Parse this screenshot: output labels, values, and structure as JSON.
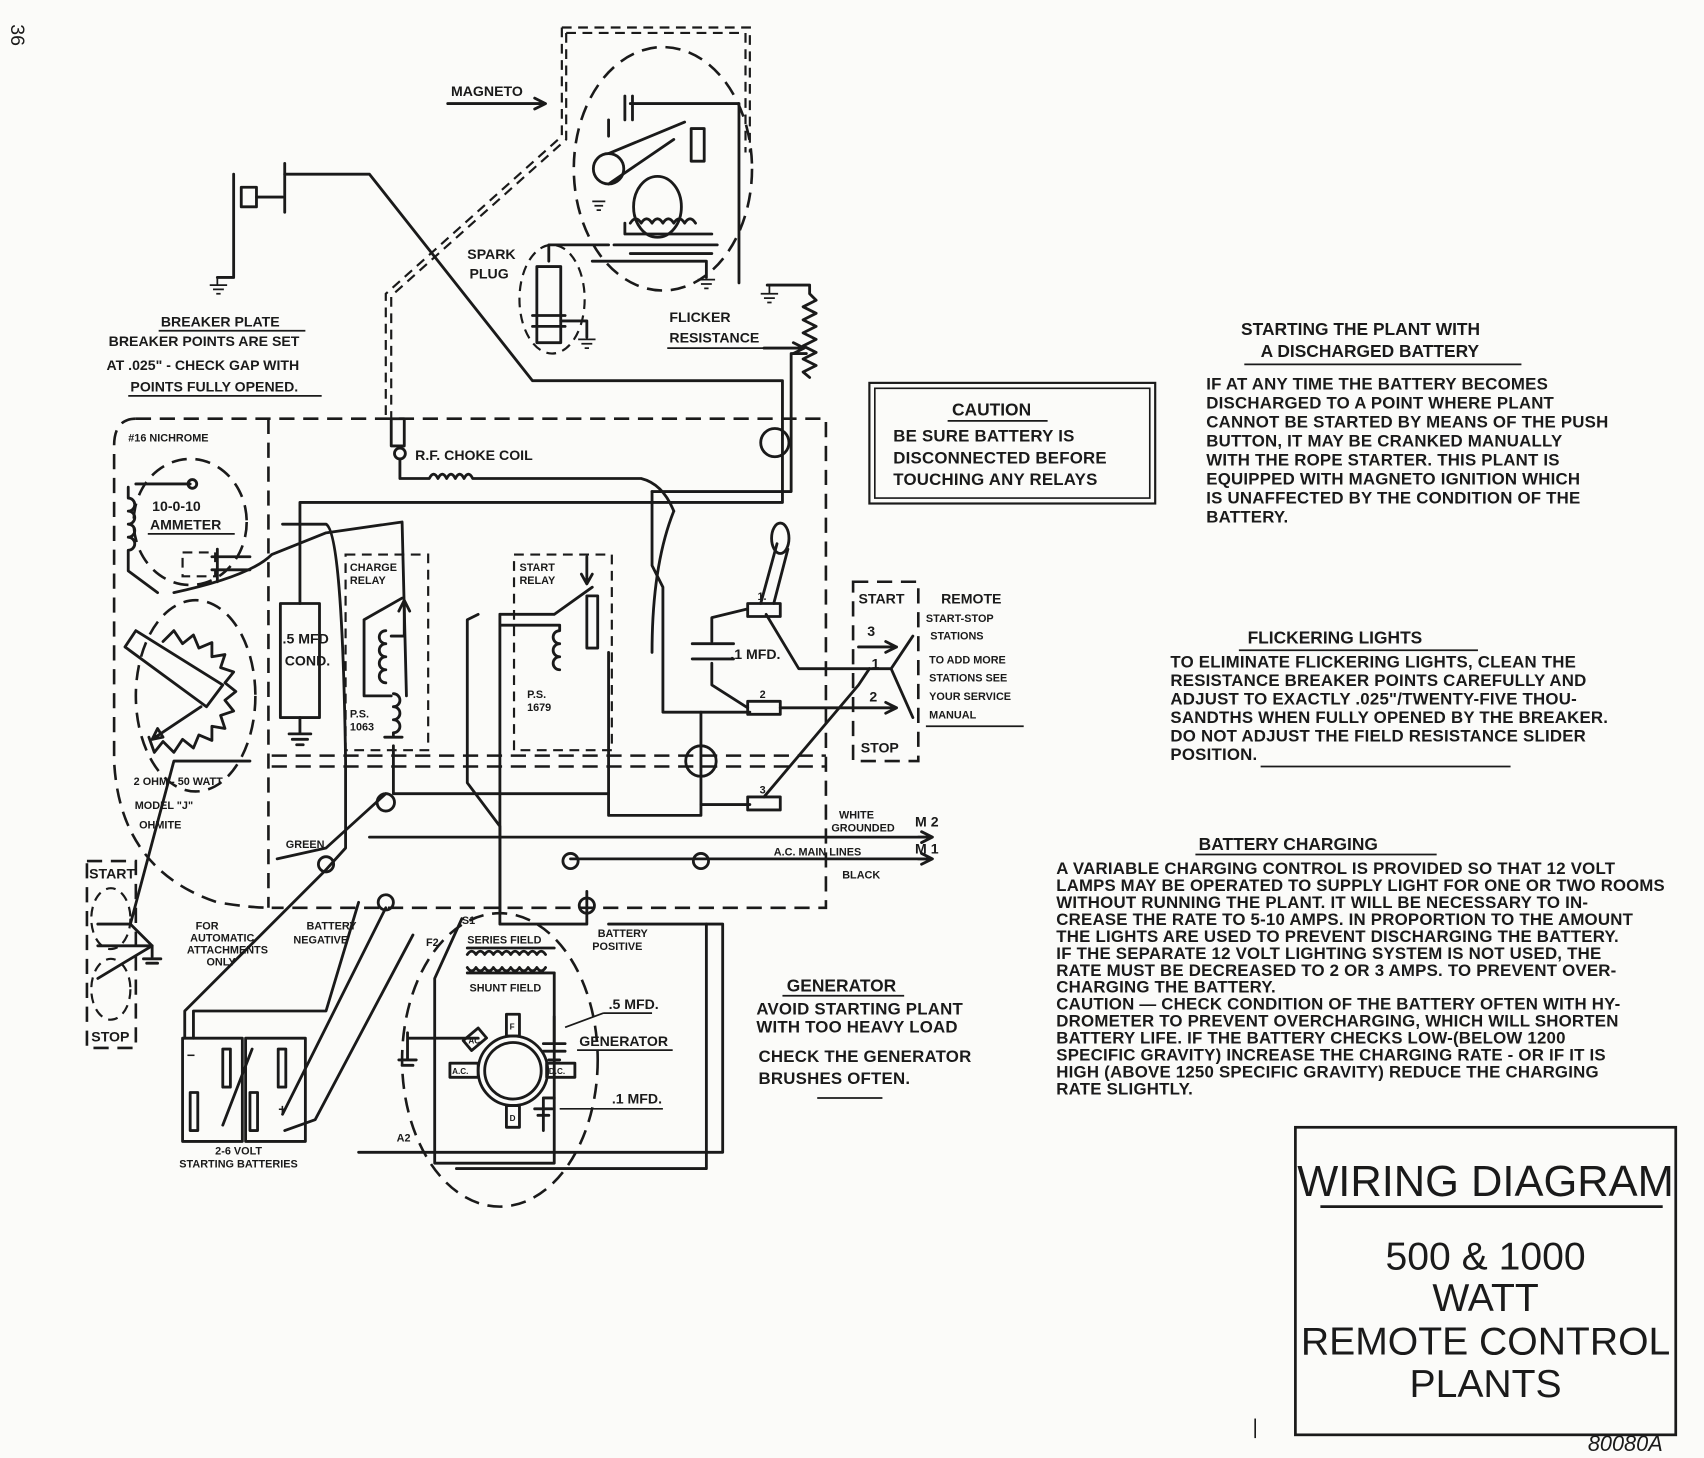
{
  "page_number": "36",
  "drawing_number": "80080A",
  "title_block": {
    "heading": "WIRING DIAGRAM",
    "lines": [
      "500 & 1000",
      "WATT",
      "REMOTE CONTROL",
      "PLANTS"
    ]
  },
  "caution_box": {
    "heading": "CAUTION",
    "lines": [
      "BE SURE BATTERY IS",
      "DISCONNECTED BEFORE",
      "TOUCHING ANY RELAYS"
    ]
  },
  "notes": {
    "discharged_battery": {
      "heading": [
        "STARTING THE PLANT WITH",
        "A DISCHARGED BATTERY"
      ],
      "lines": [
        "IF AT ANY TIME THE BATTERY BECOMES",
        "DISCHARGED TO A POINT WHERE PLANT",
        "CANNOT BE STARTED BY MEANS OF THE PUSH",
        "BUTTON, IT MAY BE CRANKED MANUALLY",
        "WITH THE ROPE STARTER. THIS PLANT IS",
        "EQUIPPED WITH MAGNETO IGNITION WHICH",
        "IS UNAFFECTED BY THE CONDITION OF THE",
        "BATTERY."
      ]
    },
    "flickering_lights": {
      "heading": "FLICKERING LIGHTS",
      "lines": [
        "TO ELIMINATE FLICKERING LIGHTS, CLEAN THE",
        "RESISTANCE BREAKER POINTS CAREFULLY AND",
        "ADJUST TO EXACTLY .025\"/TWENTY-FIVE THOU-",
        "SANDTHS WHEN FULLY OPENED BY THE BREAKER.",
        "DO NOT ADJUST THE FIELD RESISTANCE SLIDER",
        "POSITION."
      ]
    },
    "battery_charging": {
      "heading": "BATTERY CHARGING",
      "lines": [
        "A VARIABLE CHARGING CONTROL IS PROVIDED SO THAT 12 VOLT",
        "LAMPS MAY BE OPERATED TO SUPPLY LIGHT FOR ONE OR TWO ROOMS",
        "WITHOUT RUNNING THE PLANT. IT WILL BE NECESSARY TO IN-",
        "CREASE THE RATE TO 5-10 AMPS. IN PROPORTION TO THE AMOUNT",
        "THE LIGHTS ARE USED TO PREVENT DISCHARGING THE BATTERY.",
        " IF THE SEPARATE 12 VOLT LIGHTING SYSTEM IS NOT USED, THE",
        "RATE MUST BE DECREASED TO 2 OR 3 AMPS. TO PREVENT OVER-",
        "CHARGING THE BATTERY.",
        " CAUTION — CHECK CONDITION OF THE BATTERY OFTEN WITH HY-",
        "DROMETER TO PREVENT OVERCHARGING, WHICH WILL SHORTEN",
        "BATTERY LIFE. IF THE BATTERY CHECKS LOW-(BELOW 1200",
        "SPECIFIC GRAVITY) INCREASE THE CHARGING RATE - OR IF IT IS",
        "HIGH (ABOVE 1250 SPECIFIC GRAVITY) REDUCE THE CHARGING",
        "RATE SLIGHTLY."
      ]
    },
    "generator": {
      "heading": "GENERATOR",
      "lines": [
        "AVOID STARTING PLANT",
        "WITH TOO HEAVY LOAD",
        "CHECK THE GENERATOR",
        "BRUSHES OFTEN."
      ]
    }
  },
  "labels": {
    "magneto": "MAGNETO",
    "spark_plug": [
      "SPARK",
      "PLUG"
    ],
    "flicker_resistance": [
      "FLICKER",
      "RESISTANCE"
    ],
    "breaker_plate": [
      "BREAKER PLATE",
      "BREAKER POINTS ARE SET",
      "AT .025\" - CHECK GAP WITH",
      "POINTS FULLY OPENED."
    ],
    "nichrome": "#16 NICHROME",
    "rf_choke": "R.F. CHOKE COIL",
    "ammeter": [
      "10-0-10",
      "AMMETER"
    ],
    "condenser": [
      ".5 MFD",
      "COND."
    ],
    "charge_relay": [
      "CHARGE",
      "RELAY",
      "P.S.",
      "1063"
    ],
    "start_relay": [
      "START",
      "RELAY",
      "P.S.",
      "1679"
    ],
    "imfd": ".1 MFD.",
    "terminals": [
      "1.",
      "2",
      "3"
    ],
    "rheostat": [
      "2 OHM - 50 WATT",
      "MODEL \"J\"",
      "OHMITE"
    ],
    "remote_box": {
      "start": "START",
      "stop": "STOP",
      "num3": "3",
      "num1": "1",
      "num2": "2"
    },
    "remote_stations": [
      "REMOTE",
      "START-STOP",
      "STATIONS",
      "TO ADD MORE",
      "STATIONS SEE",
      "YOUR SERVICE",
      "MANUAL"
    ],
    "green": "GREEN",
    "white_grounded": [
      "WHITE",
      "GROUNDED"
    ],
    "ac_main_lines": "A.C. MAIN LINES",
    "black": "BLACK",
    "m2": "M 2",
    "m1": "M 1",
    "local_start": "START",
    "local_stop": "STOP",
    "automatic": [
      "FOR",
      "AUTOMATIC",
      "ATTACHMENTS",
      "ONLY"
    ],
    "battery_negative": [
      "BATTERY",
      "NEGATIVE"
    ],
    "battery_positive": [
      "BATTERY",
      "POSITIVE"
    ],
    "s1": "S1",
    "f2": "F2",
    "a2": "A2",
    "series_field": "SERIES FIELD",
    "shunt_field": "SHUNT FIELD",
    "five_mfd": ".5 MFD.",
    "generator": "GENERATOR",
    "one_mfd": ".1 MFD.",
    "batteries": [
      "2-6 VOLT",
      "STARTING BATTERIES"
    ],
    "battery_plus": "+",
    "battery_minus": "−",
    "brush_labels": [
      "F",
      "AC",
      "D.C.",
      "A.C.",
      "D"
    ]
  }
}
